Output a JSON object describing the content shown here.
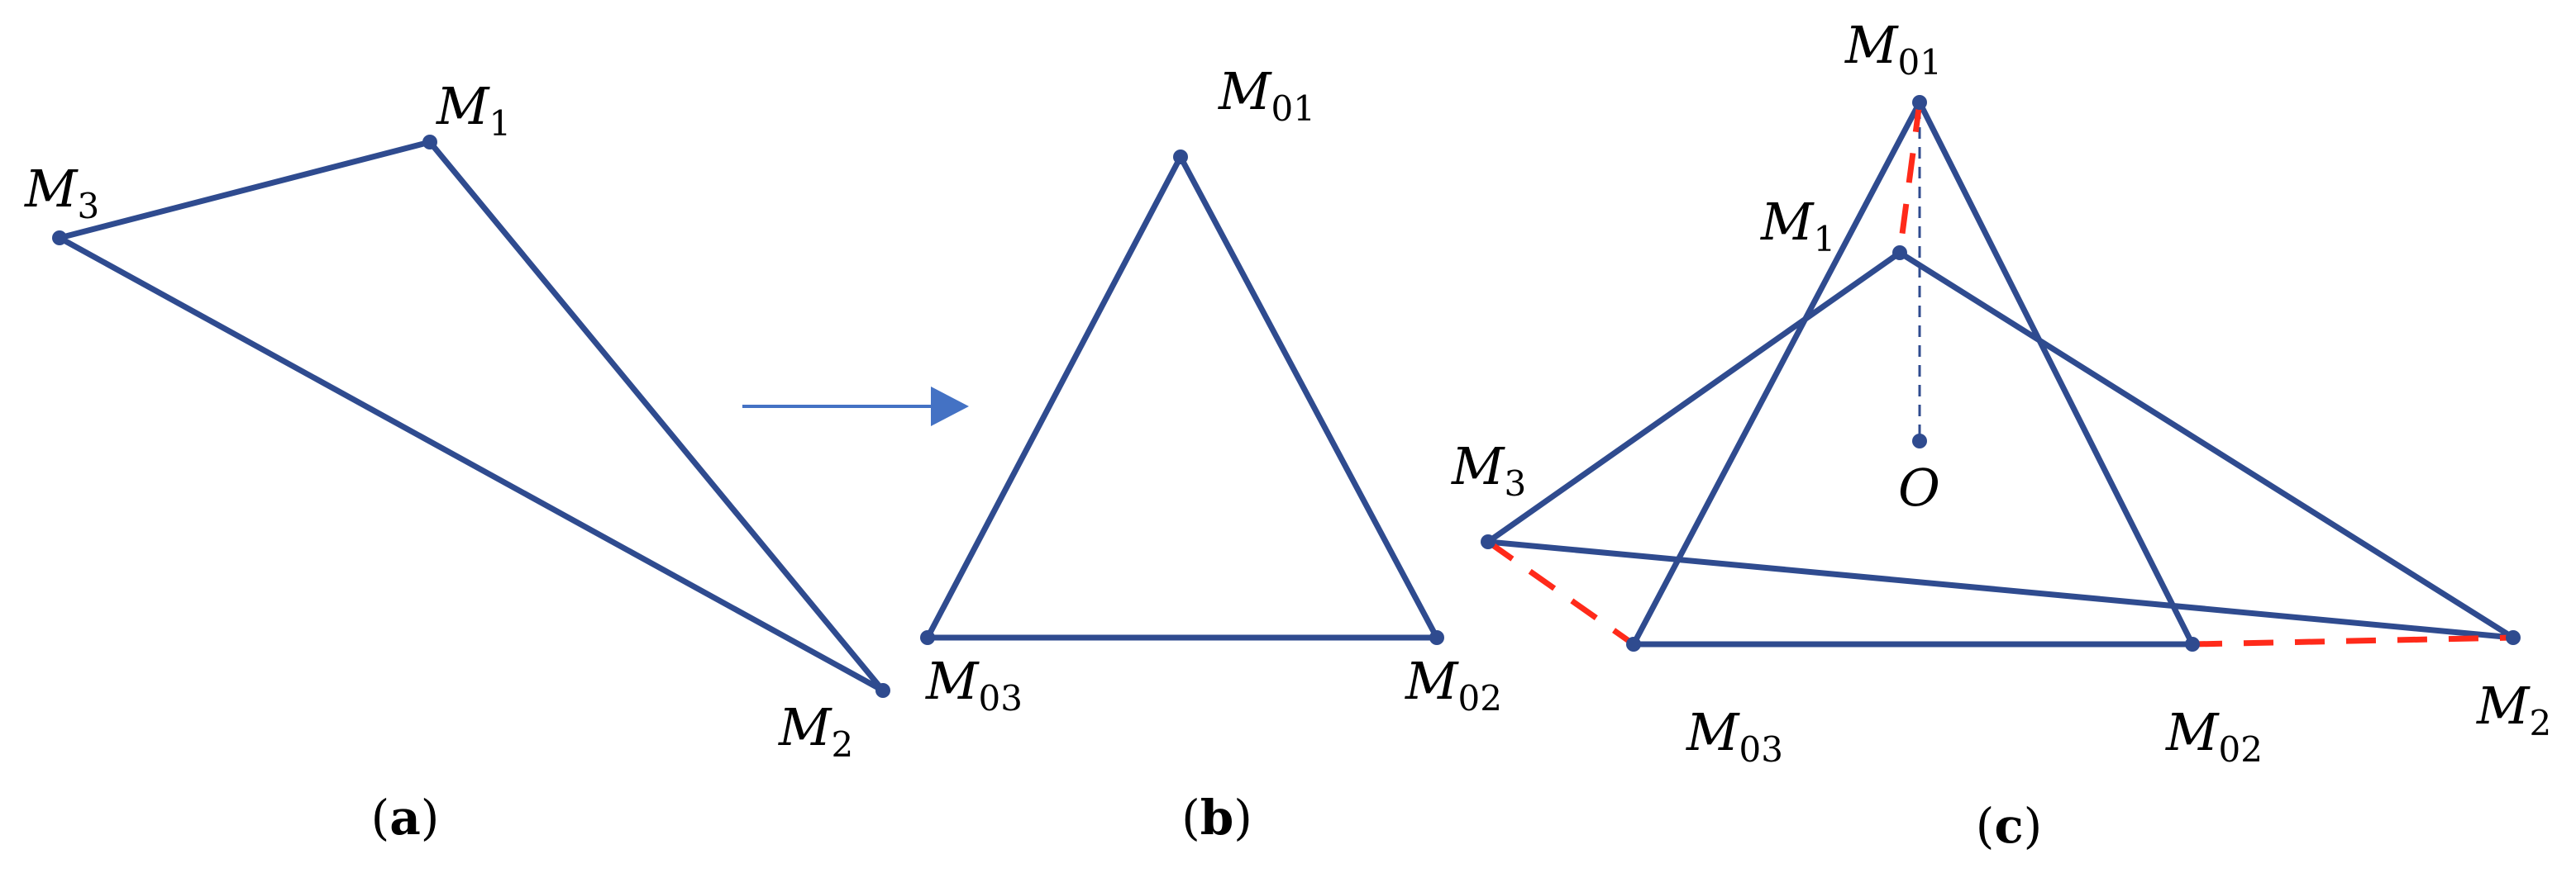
{
  "diagram": {
    "panels": [
      {
        "id": "a",
        "caption": {
          "open": "(",
          "letter": "a",
          "close": ")"
        },
        "labels": {
          "M1": {
            "base": "M",
            "sub": "1"
          },
          "M2": {
            "base": "M",
            "sub": "2"
          },
          "M3": {
            "base": "M",
            "sub": "3"
          }
        }
      },
      {
        "id": "b",
        "caption": {
          "open": "(",
          "letter": "b",
          "close": ")"
        },
        "labels": {
          "M01": {
            "base": "M",
            "sub": "01"
          },
          "M02": {
            "base": "M",
            "sub": "02"
          },
          "M03": {
            "base": "M",
            "sub": "03"
          }
        }
      },
      {
        "id": "c",
        "caption": {
          "open": "(",
          "letter": "c",
          "close": ")"
        },
        "labels": {
          "M01": {
            "base": "M",
            "sub": "01"
          },
          "M1": {
            "base": "M",
            "sub": "1"
          },
          "M3": {
            "base": "M",
            "sub": "3"
          },
          "O": {
            "base": "O",
            "sub": ""
          },
          "M03": {
            "base": "M",
            "sub": "03"
          },
          "M02": {
            "base": "M",
            "sub": "02"
          },
          "M2": {
            "base": "M",
            "sub": "2"
          }
        }
      }
    ],
    "colors": {
      "edge": "#2f4b8f",
      "deviation": "#ff2a1a",
      "arrow": "#4472c4"
    }
  }
}
